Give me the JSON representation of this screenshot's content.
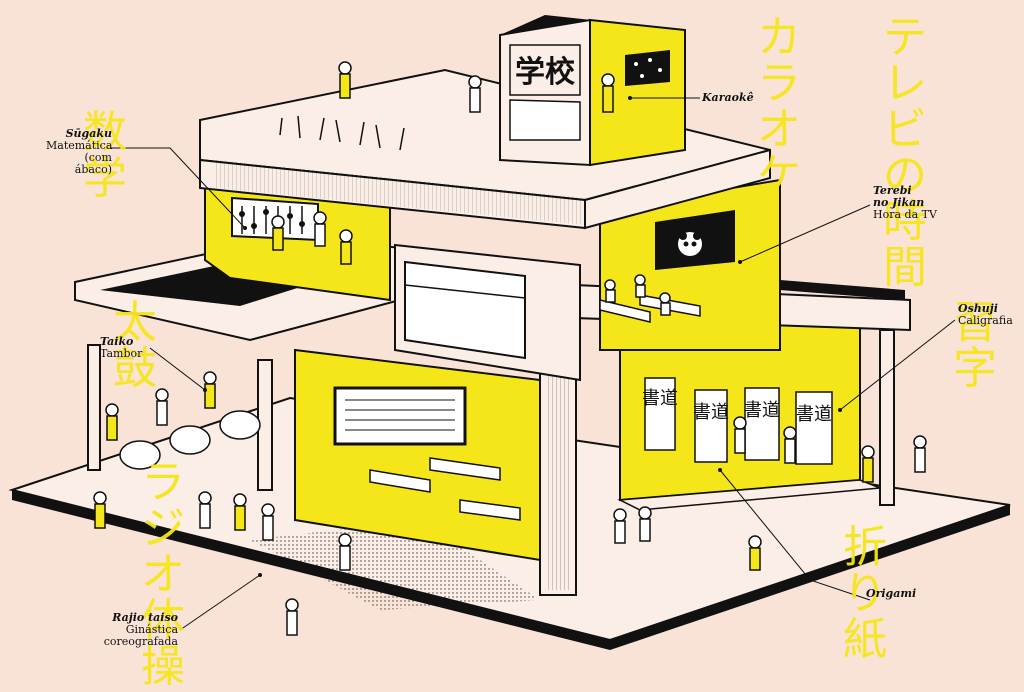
{
  "building_sign": "学校",
  "vertical_japanese": {
    "karaoke": "カラオケ",
    "terebi": "テレビの時間",
    "sugaku": "数学",
    "taiko": "太鼓",
    "shuji": "習字",
    "radio": "ラジオ体操",
    "origami": "折り紙"
  },
  "calligraphy_scrolls": [
    "書道",
    "書道",
    "書道",
    "書道"
  ],
  "labels": {
    "sugaku": {
      "romaji": "Sūgaku",
      "pt": [
        "Matemática",
        "(com ábaco)"
      ]
    },
    "karaoke": {
      "romaji": "Karaokê",
      "pt": []
    },
    "terebi": {
      "romaji": [
        "Terebi",
        "no Jikan"
      ],
      "pt": [
        "Hora da TV"
      ]
    },
    "oshuji": {
      "romaji": "Oshuji",
      "pt": [
        "Caligrafia"
      ]
    },
    "taiko": {
      "romaji": "Taiko",
      "pt": [
        "Tambor"
      ]
    },
    "origami": {
      "romaji": "Origami",
      "pt": []
    },
    "rajio": {
      "romaji": "Rajio taiso",
      "pt": [
        "Ginástica",
        "coreografada"
      ]
    }
  },
  "colors": {
    "background": "#f9e2d6",
    "accent_yellow": "#f5e61a",
    "ink": "#111111",
    "wall": "#fbeee6"
  }
}
